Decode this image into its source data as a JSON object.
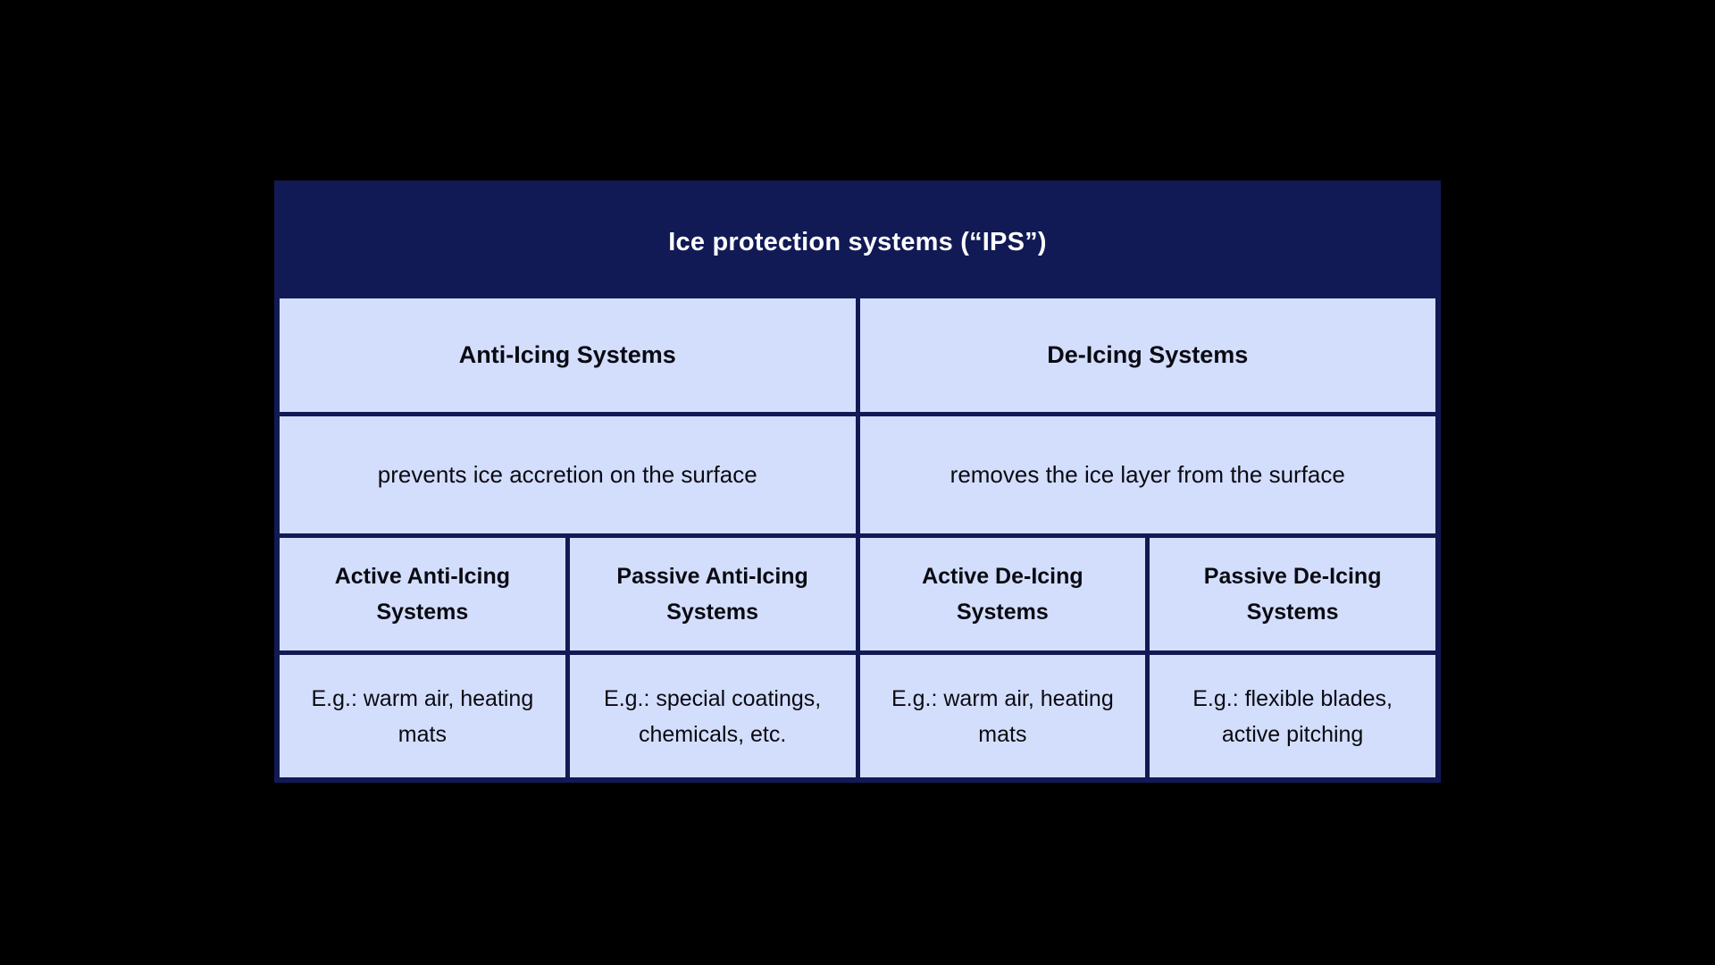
{
  "page": {
    "background": "#000000"
  },
  "colors": {
    "navy": "#111a55",
    "cell_blue": "#d3defc",
    "title_text": "#ffffff",
    "cell_text": "#0a0a12"
  },
  "table": {
    "title": "Ice protection systems (“IPS”)",
    "groups": [
      {
        "heading": "Anti-Icing Systems",
        "description": "prevents ice accretion on the surface"
      },
      {
        "heading": "De-Icing Systems",
        "description": "removes the ice layer from the surface"
      }
    ],
    "subsystems": [
      {
        "heading": "Active Anti-Icing Systems",
        "example": "E.g.: warm air, heating mats"
      },
      {
        "heading": "Passive Anti-Icing Systems",
        "example": "E.g.: special coatings, chemicals, etc."
      },
      {
        "heading": "Active De-Icing Systems",
        "example": "E.g.: warm air, heating mats"
      },
      {
        "heading": "Passive De-Icing Systems",
        "example": "E.g.: flexible blades, active pitching"
      }
    ]
  }
}
